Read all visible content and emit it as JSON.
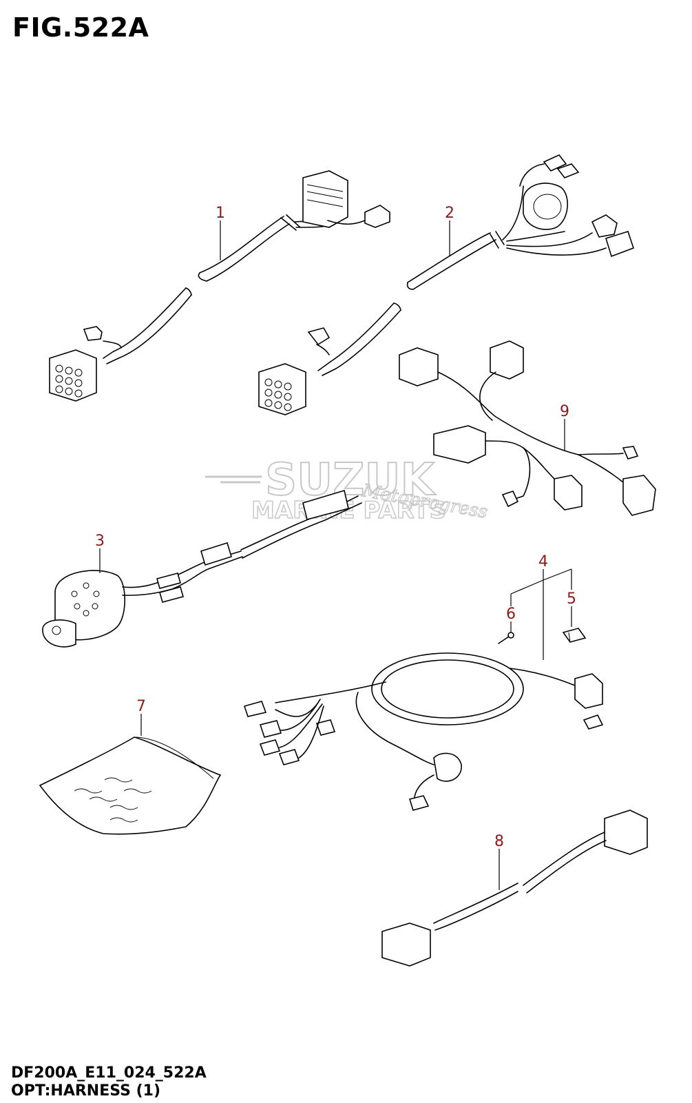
{
  "figure": {
    "title": "FIG.522A",
    "code": "DF200A_E11_024_522A",
    "name": "OPT:HARNESS (1)"
  },
  "watermark": {
    "line1": "SUZUK",
    "line2": "MARINE PARTS",
    "script": "Motoprogress"
  },
  "callouts": [
    "1",
    "2",
    "3",
    "4",
    "5",
    "6",
    "7",
    "8",
    "9"
  ]
}
